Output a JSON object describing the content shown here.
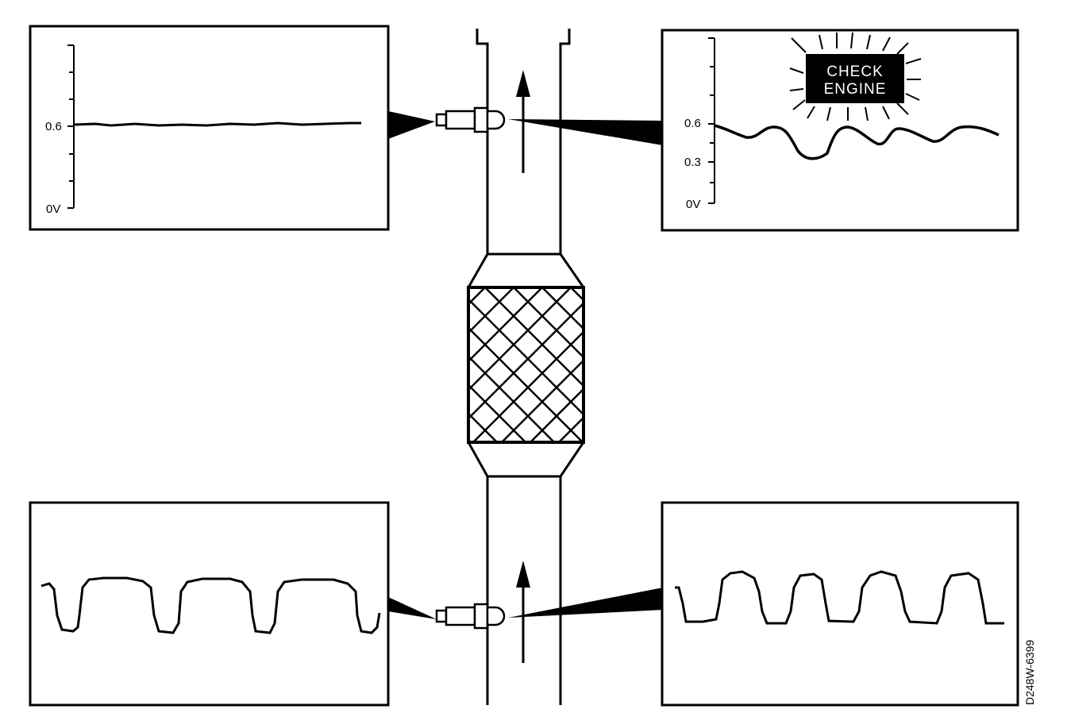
{
  "panels": {
    "upstream_left": {
      "axis_labels": [
        "0.6",
        "0V"
      ]
    },
    "downstream_right": {
      "axis_labels": [
        "0.6",
        "0.3",
        "0V"
      ]
    }
  },
  "warning_lamp": {
    "line1": "CHECK",
    "line2": "ENGINE"
  },
  "figure_code": "D248W-6399"
}
